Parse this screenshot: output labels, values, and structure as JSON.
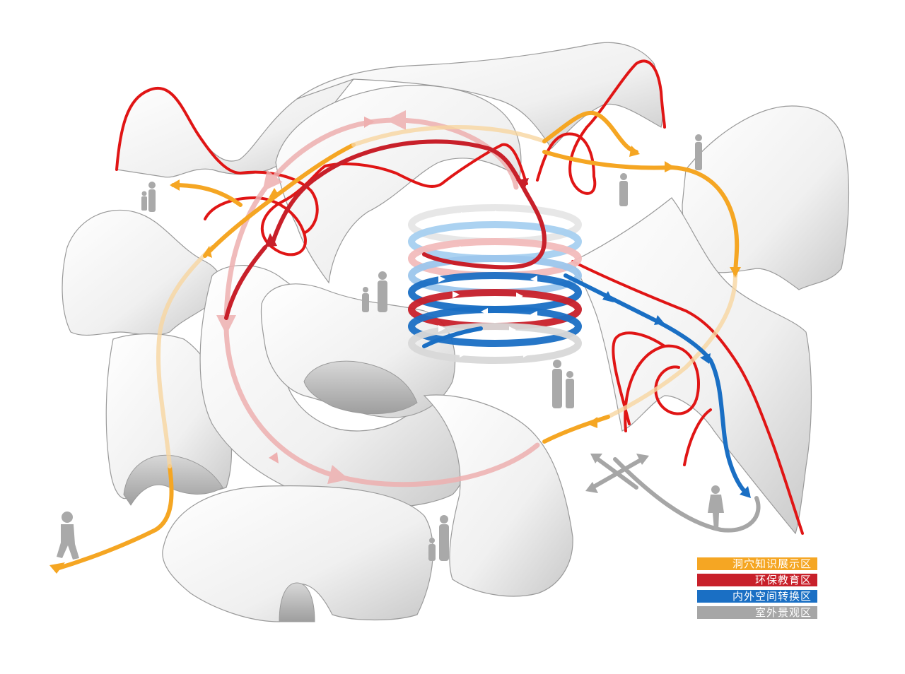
{
  "legend": {
    "items": [
      {
        "label": "洞穴知识展示区",
        "color": "#f5a623"
      },
      {
        "label": "环保教育区",
        "color": "#c8202a"
      },
      {
        "label": "内外空间转换区",
        "color": "#1a6fc4"
      },
      {
        "label": "室外景观区",
        "color": "#a6a6a6"
      }
    ]
  },
  "zones": {
    "cave_knowledge": "#f5a623",
    "eco_education": "#d91c1c",
    "inside_outside_transition": "#1a6fc4",
    "outdoor_landscape": "#a6a6a6"
  }
}
